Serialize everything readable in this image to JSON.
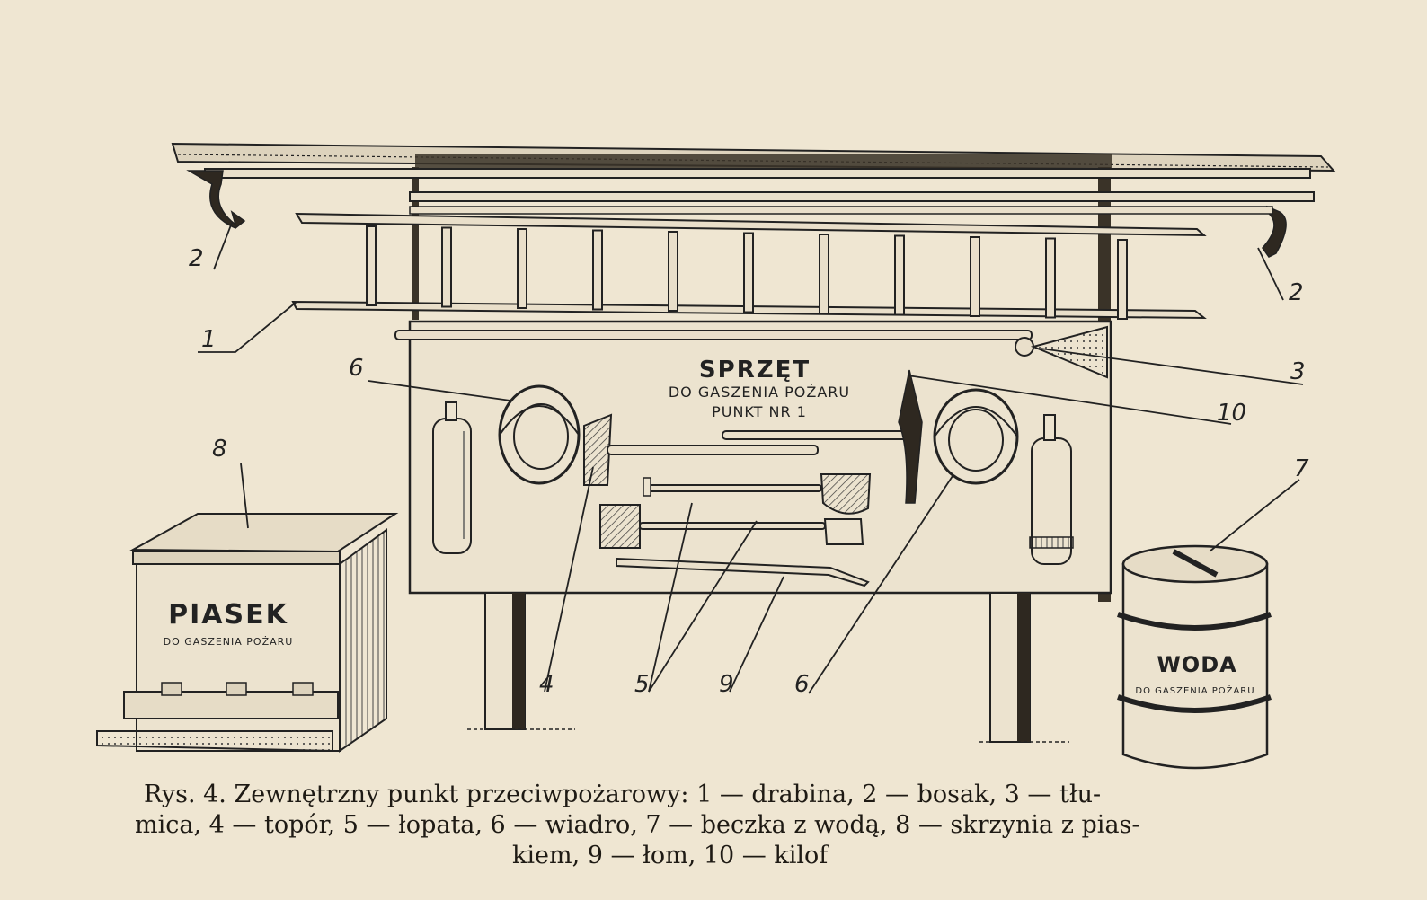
{
  "sign": {
    "title": "SPRZĘT",
    "line1": "DO GASZENIA POŻARU",
    "line2": "PUNKT NR 1"
  },
  "sandbox": {
    "title": "PIASEK",
    "subtitle": "DO GASZENIA POŻARU"
  },
  "drum": {
    "title": "WODA",
    "subtitle": "DO GASZENIA POŻARU"
  },
  "labels": {
    "ladder": "1",
    "hook_left": "2",
    "hook_right": "2",
    "beater": "3",
    "axe": "4",
    "shovel": "5",
    "bucket_left": "6",
    "bucket_right": "6",
    "barrel": "7",
    "sandbox": "8",
    "crowbar": "9",
    "pickaxe": "10"
  },
  "caption": {
    "line1": "Rys. 4. Zewnętrzny punkt przeciwpożarowy: 1 — drabina, 2 — bosak, 3 — tłu-",
    "line2": "mica, 4 — topór, 5 — łopata, 6 — wiadro, 7 — beczka z wodą, 8 — skrzynia z pias-",
    "line3": "kiem, 9 — łom, 10 — kilof"
  }
}
